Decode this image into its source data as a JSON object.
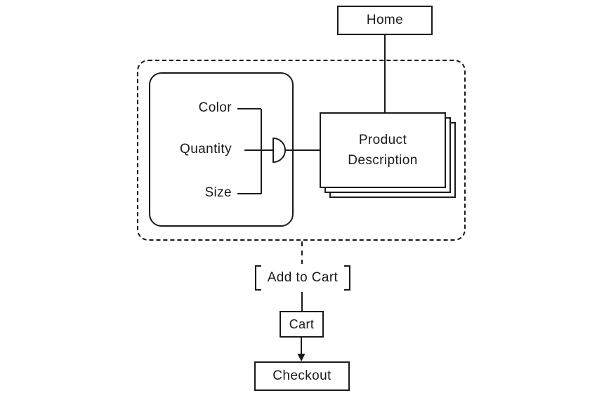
{
  "nodes": {
    "home": "Home",
    "color": "Color",
    "quantity": "Quantity",
    "size": "Size",
    "product_description": "Product Description",
    "add_to_cart": "Add to Cart",
    "cart": "Cart",
    "checkout": "Checkout"
  },
  "edges": [
    {
      "from": "home",
      "to": "product_description",
      "style": "solid"
    },
    {
      "from": "color",
      "to": "join-gate",
      "style": "solid"
    },
    {
      "from": "quantity",
      "to": "join-gate",
      "style": "solid"
    },
    {
      "from": "size",
      "to": "join-gate",
      "style": "solid"
    },
    {
      "from": "join-gate",
      "to": "product_description",
      "style": "solid"
    },
    {
      "from": "product-group",
      "to": "add_to_cart",
      "style": "dashed"
    },
    {
      "from": "add_to_cart",
      "to": "cart",
      "style": "solid"
    },
    {
      "from": "cart",
      "to": "checkout",
      "style": "arrow"
    }
  ],
  "colors": {
    "line": "#1a1a1a",
    "background": "#ffffff"
  }
}
